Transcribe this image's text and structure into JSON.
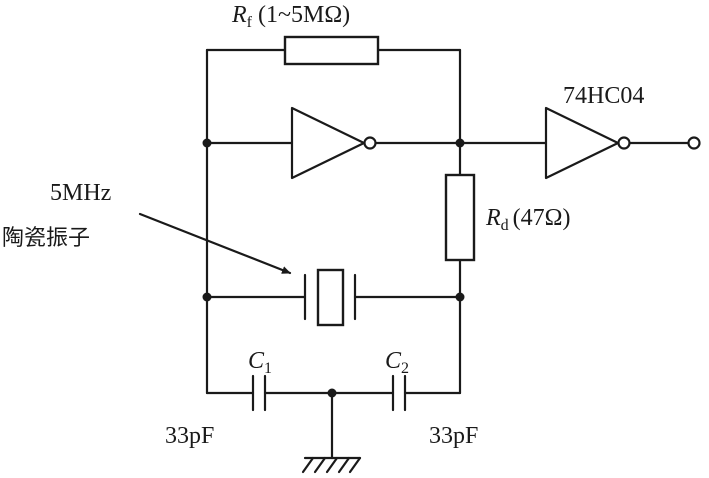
{
  "components": {
    "rf": {
      "symbol": "R",
      "subscript": "f",
      "value": "(1~5MΩ)"
    },
    "rd": {
      "symbol": "R",
      "subscript": "d",
      "value": "(47Ω)"
    },
    "ic": {
      "label": "74HC04"
    },
    "crystal": {
      "line1": "5MHz",
      "line2": "陶瓷振子"
    },
    "c1": {
      "symbol": "C",
      "subscript": "1",
      "value": "33pF"
    },
    "c2": {
      "symbol": "C",
      "subscript": "2",
      "value": "33pF"
    }
  }
}
